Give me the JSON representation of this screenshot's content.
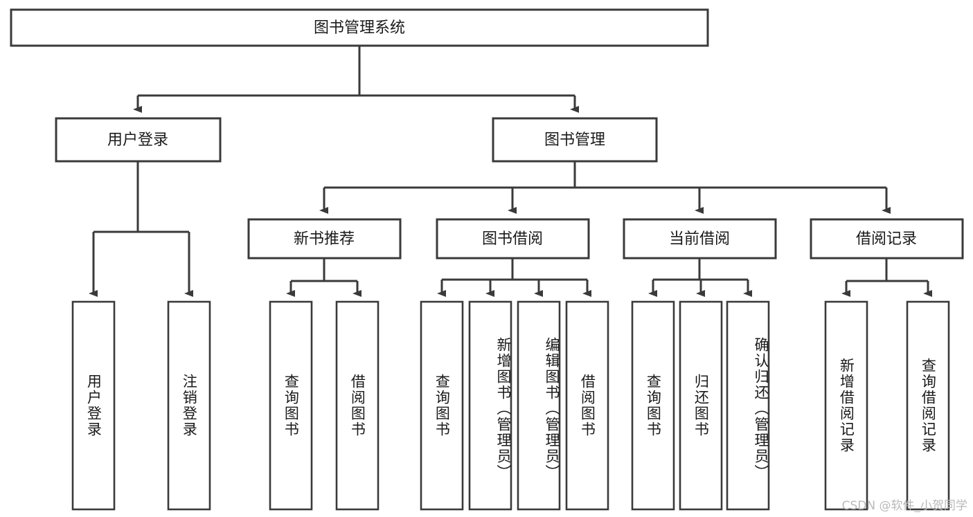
{
  "diagram": {
    "title": "图书管理系统",
    "type": "hierarchy-tree",
    "root": {
      "id": "root",
      "label": "图书管理系统"
    },
    "level1": [
      {
        "id": "user-login",
        "label": "用户登录"
      },
      {
        "id": "book-manage",
        "label": "图书管理"
      }
    ],
    "level2": [
      {
        "id": "new-book-recommend",
        "label": "新书推荐",
        "parent": "book-manage"
      },
      {
        "id": "book-borrow",
        "label": "图书借阅",
        "parent": "book-manage"
      },
      {
        "id": "current-borrow",
        "label": "当前借阅",
        "parent": "book-manage"
      },
      {
        "id": "borrow-record",
        "label": "借阅记录",
        "parent": "book-manage"
      }
    ],
    "leaves": [
      {
        "id": "leaf-user-login",
        "label": "用户登录",
        "parent": "user-login"
      },
      {
        "id": "leaf-user-logout",
        "label": "注销登录",
        "parent": "user-login"
      },
      {
        "id": "leaf-query-book-1",
        "label": "查询图书",
        "parent": "new-book-recommend"
      },
      {
        "id": "leaf-borrow-book-1",
        "label": "借阅图书",
        "parent": "new-book-recommend"
      },
      {
        "id": "leaf-query-book-2",
        "label": "查询图书",
        "parent": "book-borrow"
      },
      {
        "id": "leaf-add-book",
        "label": "新增图书（管理员）",
        "parent": "book-borrow"
      },
      {
        "id": "leaf-edit-book",
        "label": "编辑图书（管理员）",
        "parent": "book-borrow"
      },
      {
        "id": "leaf-borrow-book-2",
        "label": "借阅图书",
        "parent": "book-borrow"
      },
      {
        "id": "leaf-query-book-3",
        "label": "查询图书",
        "parent": "current-borrow"
      },
      {
        "id": "leaf-return-book",
        "label": "归还图书",
        "parent": "current-borrow"
      },
      {
        "id": "leaf-confirm-return",
        "label": "确认归还（管理员）",
        "parent": "current-borrow"
      },
      {
        "id": "leaf-add-record",
        "label": "新增借阅记录",
        "parent": "borrow-record"
      },
      {
        "id": "leaf-query-record",
        "label": "查询借阅记录",
        "parent": "borrow-record"
      }
    ],
    "colors": {
      "stroke": "#3a3a3a",
      "fill": "#ffffff",
      "text": "#1a1a1a",
      "watermark": "#b9b9b9"
    }
  },
  "watermark": {
    "text": "CSDN @软件_小贺同学"
  }
}
